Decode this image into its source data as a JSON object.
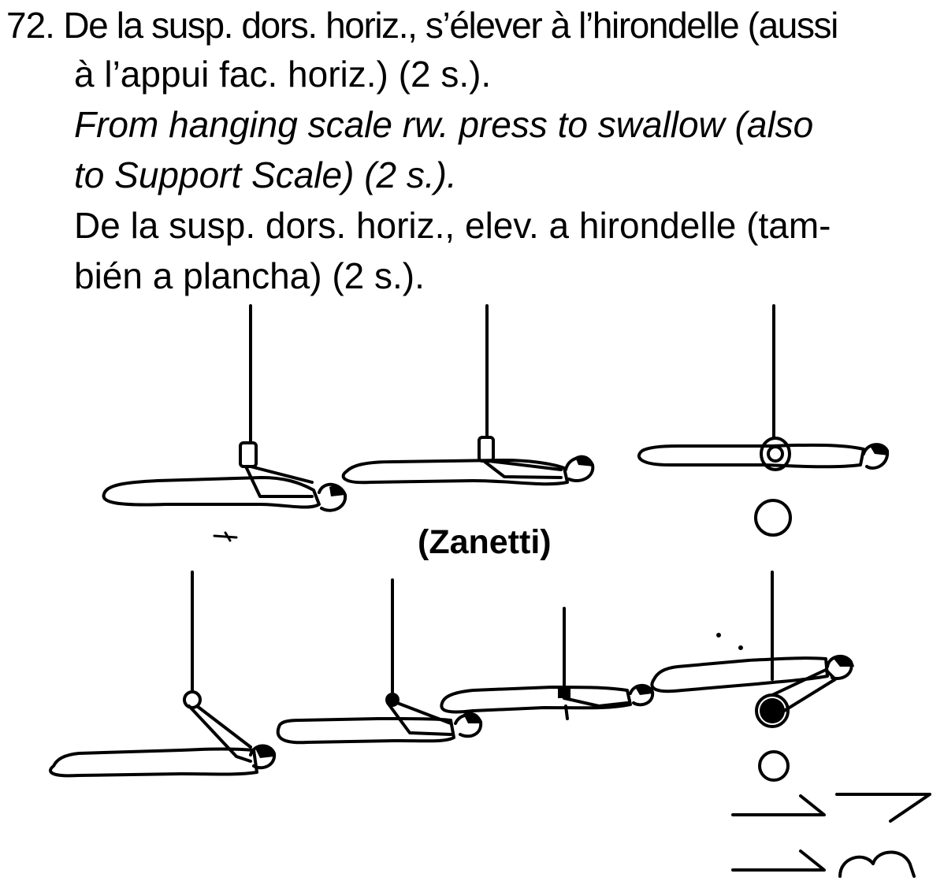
{
  "element": {
    "number": "72.",
    "fr_line1": "De la susp. dors. horiz., s’élever à l’hirondelle (aussi",
    "fr_line2": "à l’appui fac. horiz.) (2 s.).",
    "en_line1": "From hanging scale rw. press to swallow (also",
    "en_line2": "to Support Scale) (2 s.).",
    "es_line1": "De la susp. dors. horiz., elev. a hirondelle (tam-",
    "es_line2": "bién a plancha) (2 s.).",
    "credit": "(Zanetti)"
  },
  "colors": {
    "ink": "#000000",
    "paper": "#ffffff"
  }
}
